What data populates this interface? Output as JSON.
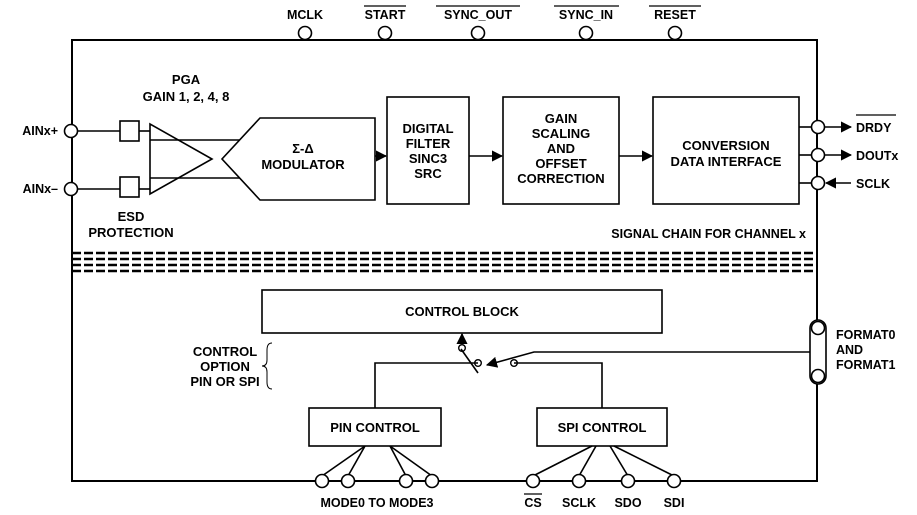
{
  "top_pins": {
    "mclk": "MCLK",
    "start": "START",
    "sync_out": "SYNC_OUT",
    "sync_in": "SYNC_IN",
    "reset": "RESET"
  },
  "inputs": {
    "ain_plus": "AINx+",
    "ain_minus": "AINx–"
  },
  "pga": {
    "title": "PGA",
    "gain": "GAIN 1, 2, 4, 8"
  },
  "esd": {
    "line1": "ESD",
    "line2": "PROTECTION"
  },
  "modulator": {
    "line1": "Σ-Δ",
    "line2": "MODULATOR"
  },
  "digital_filter": {
    "line1": "DIGITAL",
    "line2": "FILTER",
    "line3": "SINC3",
    "line4": "SRC"
  },
  "gain_scaling": {
    "line1": "GAIN",
    "line2": "SCALING",
    "line3": "AND",
    "line4": "OFFSET",
    "line5": "CORRECTION"
  },
  "conversion": {
    "line1": "CONVERSION",
    "line2": "DATA INTERFACE"
  },
  "outputs": {
    "drdy": "DRDY",
    "dout": "DOUTx",
    "sclk": "SCLK"
  },
  "signal_chain_label": "SIGNAL CHAIN FOR CHANNEL x",
  "control_block": "CONTROL BLOCK",
  "control_option": {
    "line1": "CONTROL",
    "line2": "OPTION",
    "line3": "PIN OR SPI"
  },
  "format": {
    "line1": "FORMAT0",
    "line2": "AND",
    "line3": "FORMAT1"
  },
  "pin_control": "PIN CONTROL",
  "spi_control": "SPI CONTROL",
  "bottom_pins": {
    "mode": "MODE0 TO MODE3",
    "cs": "CS",
    "sclk": "SCLK",
    "sdo": "SDO",
    "sdi": "SDI"
  }
}
